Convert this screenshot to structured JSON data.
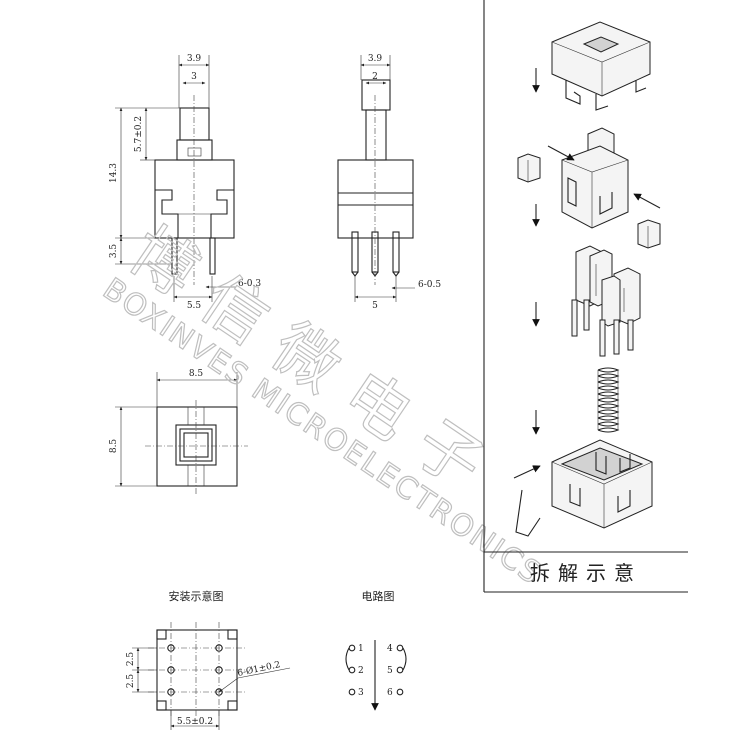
{
  "front_view": {
    "width_top": "3.9",
    "stem_width": "3",
    "stem_height": "5.7±0.2",
    "total_height": "14.3",
    "pin_length": "3.5",
    "pin_width": "6-0.3",
    "pin_pitch": "5.5"
  },
  "side_view": {
    "width_top": "3.9",
    "stem_width": "2",
    "pin_width": "6-0.5",
    "pin_pitch": "5"
  },
  "top_view": {
    "width": "8.5",
    "height": "8.5"
  },
  "watermark": {
    "chinese": "博信微电子",
    "english": "BOXINVES MICROELECTRONICS"
  },
  "exploded_caption": "拆解示意",
  "mounting": {
    "title": "安装示意图",
    "pitch_v1": "2.5",
    "pitch_v2": "2.5",
    "pitch_h": "5.5±0.2",
    "hole": "6-Ø1±0.2"
  },
  "circuit": {
    "title": "电路图",
    "pins": [
      "1",
      "2",
      "3",
      "4",
      "5",
      "6"
    ]
  }
}
